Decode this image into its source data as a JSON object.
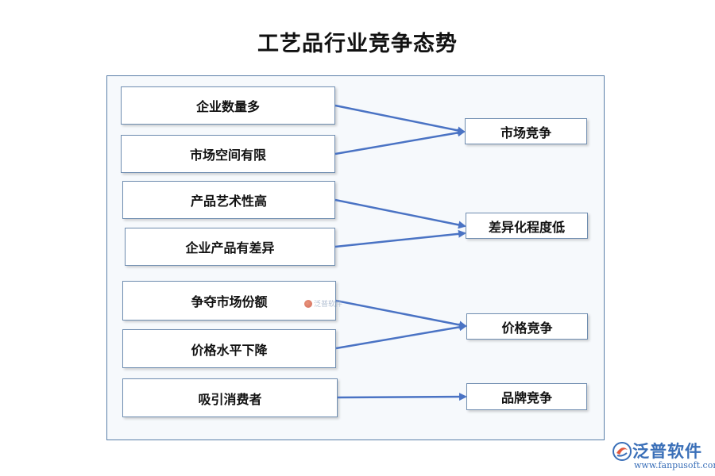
{
  "title": "工艺品行业竞争态势",
  "causes": [
    "企业数量多",
    "市场空间有限",
    "产品艺术性高",
    "企业产品有差异",
    "争夺市场份额",
    "价格水平下降",
    "吸引消费者"
  ],
  "effects": [
    "市场竞争",
    "差异化程度低",
    "价格竞争",
    "品牌竞争"
  ],
  "colors": {
    "arrow": "#4a73c4",
    "box_border": "#6f8db0",
    "frame_border": "#5a7fa8",
    "brand": "#3a6fb8"
  },
  "watermark": "泛普软件",
  "brand": {
    "name": "泛普软件",
    "url": "www.fanpusoft.com"
  }
}
